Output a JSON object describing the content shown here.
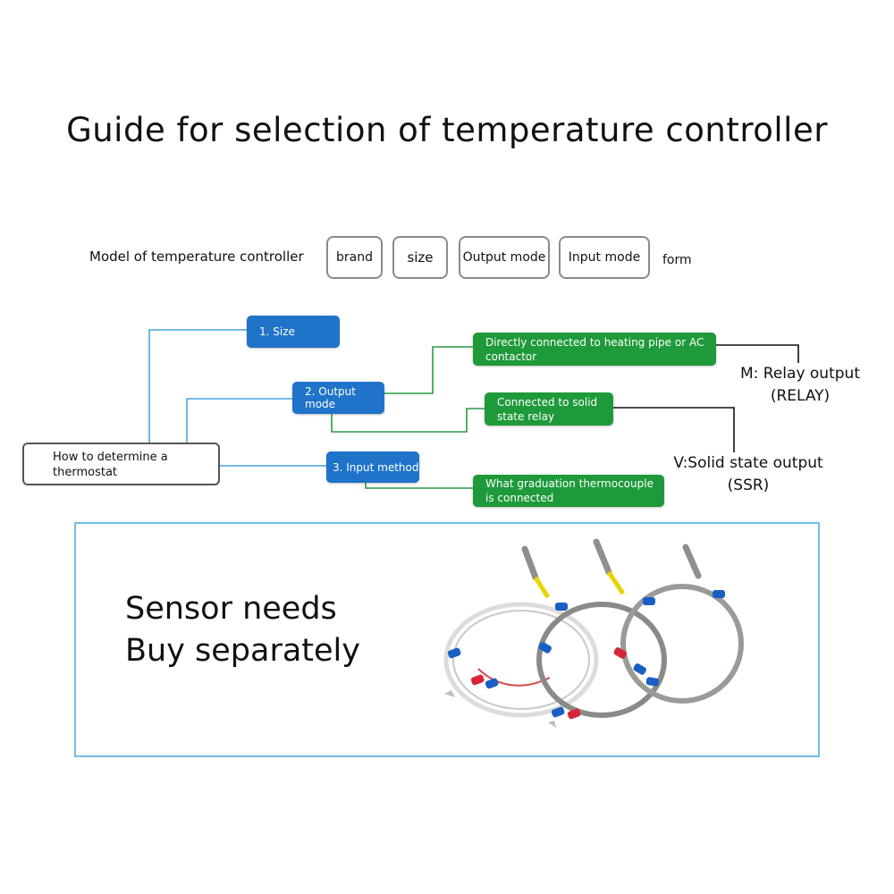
{
  "title": "Guide for selection of temperature controller",
  "model": {
    "label": "Model of temperature controller",
    "parts": [
      "brand",
      "size",
      "Output mode",
      "Input mode"
    ],
    "suffix": "form"
  },
  "tree": {
    "root": "How to determine a thermostat",
    "size": "1. Size",
    "output_mode": "2. Output mode",
    "input_method": "3. Input method",
    "heating_pipe": "Directly connected to heating pipe or AC contactor",
    "solid_state": "Connected to solid state relay",
    "thermocouple": "What graduation thermocouple is connected",
    "relay_output": {
      "line1": "M: Relay output",
      "line2": "(RELAY)"
    },
    "ssr_output": {
      "line1": "V:Solid state output",
      "line2": "(SSR)"
    }
  },
  "sensor": {
    "line1": "Sensor needs",
    "line2": "Buy separately"
  },
  "colors": {
    "blue_box": "#1f73c9",
    "green_box": "#1e9a3a",
    "connector_blue": "#4aa3d8",
    "connector_green": "#2a9a44",
    "sensor_frame": "#6fbde8"
  }
}
